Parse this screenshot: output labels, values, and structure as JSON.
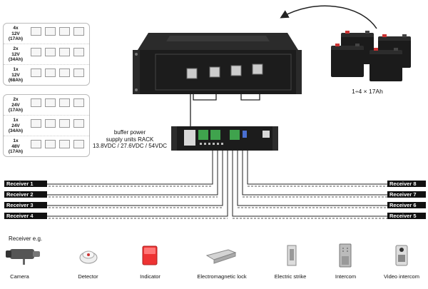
{
  "panels": {
    "top": [
      {
        "label": [
          "4x",
          "12V",
          "(17Ah)"
        ],
        "batteries": 4
      },
      {
        "label": [
          "2x",
          "12V",
          "(34Ah)"
        ],
        "batteries": 4
      },
      {
        "label": [
          "1x",
          "12V",
          "(68Ah)"
        ],
        "batteries": 4
      }
    ],
    "bottom": [
      {
        "label": [
          "2x",
          "24V",
          "(17Ah)"
        ],
        "batteries": 4
      },
      {
        "label": [
          "1x",
          "24V",
          "(34Ah)"
        ],
        "batteries": 4
      },
      {
        "label": [
          "1x",
          "48V",
          "(17Ah)"
        ],
        "batteries": 4
      }
    ]
  },
  "battery_caption": "1÷4 × 17Ah",
  "rack_caption": [
    "buffer power",
    "supply units  RACK",
    "13.8VDC / 27.6VDC / 54VDC"
  ],
  "receivers_left": [
    "Receiver 1",
    "Receiver 2",
    "Receiver 3",
    "Receiver 4"
  ],
  "receivers_right": [
    "Receiver 8",
    "Receiver 7",
    "Receiver 6",
    "Receiver 5"
  ],
  "receiver_example": "Receiver e.g.",
  "devices": [
    "Camera",
    "Detector",
    "Indicator",
    "Electromagnetic lock",
    "Electric strike",
    "Intercom",
    "Video intercom"
  ],
  "colors": {
    "rack": "#1c1c1c",
    "receiver_bar": "#111111",
    "line": "#222222"
  }
}
